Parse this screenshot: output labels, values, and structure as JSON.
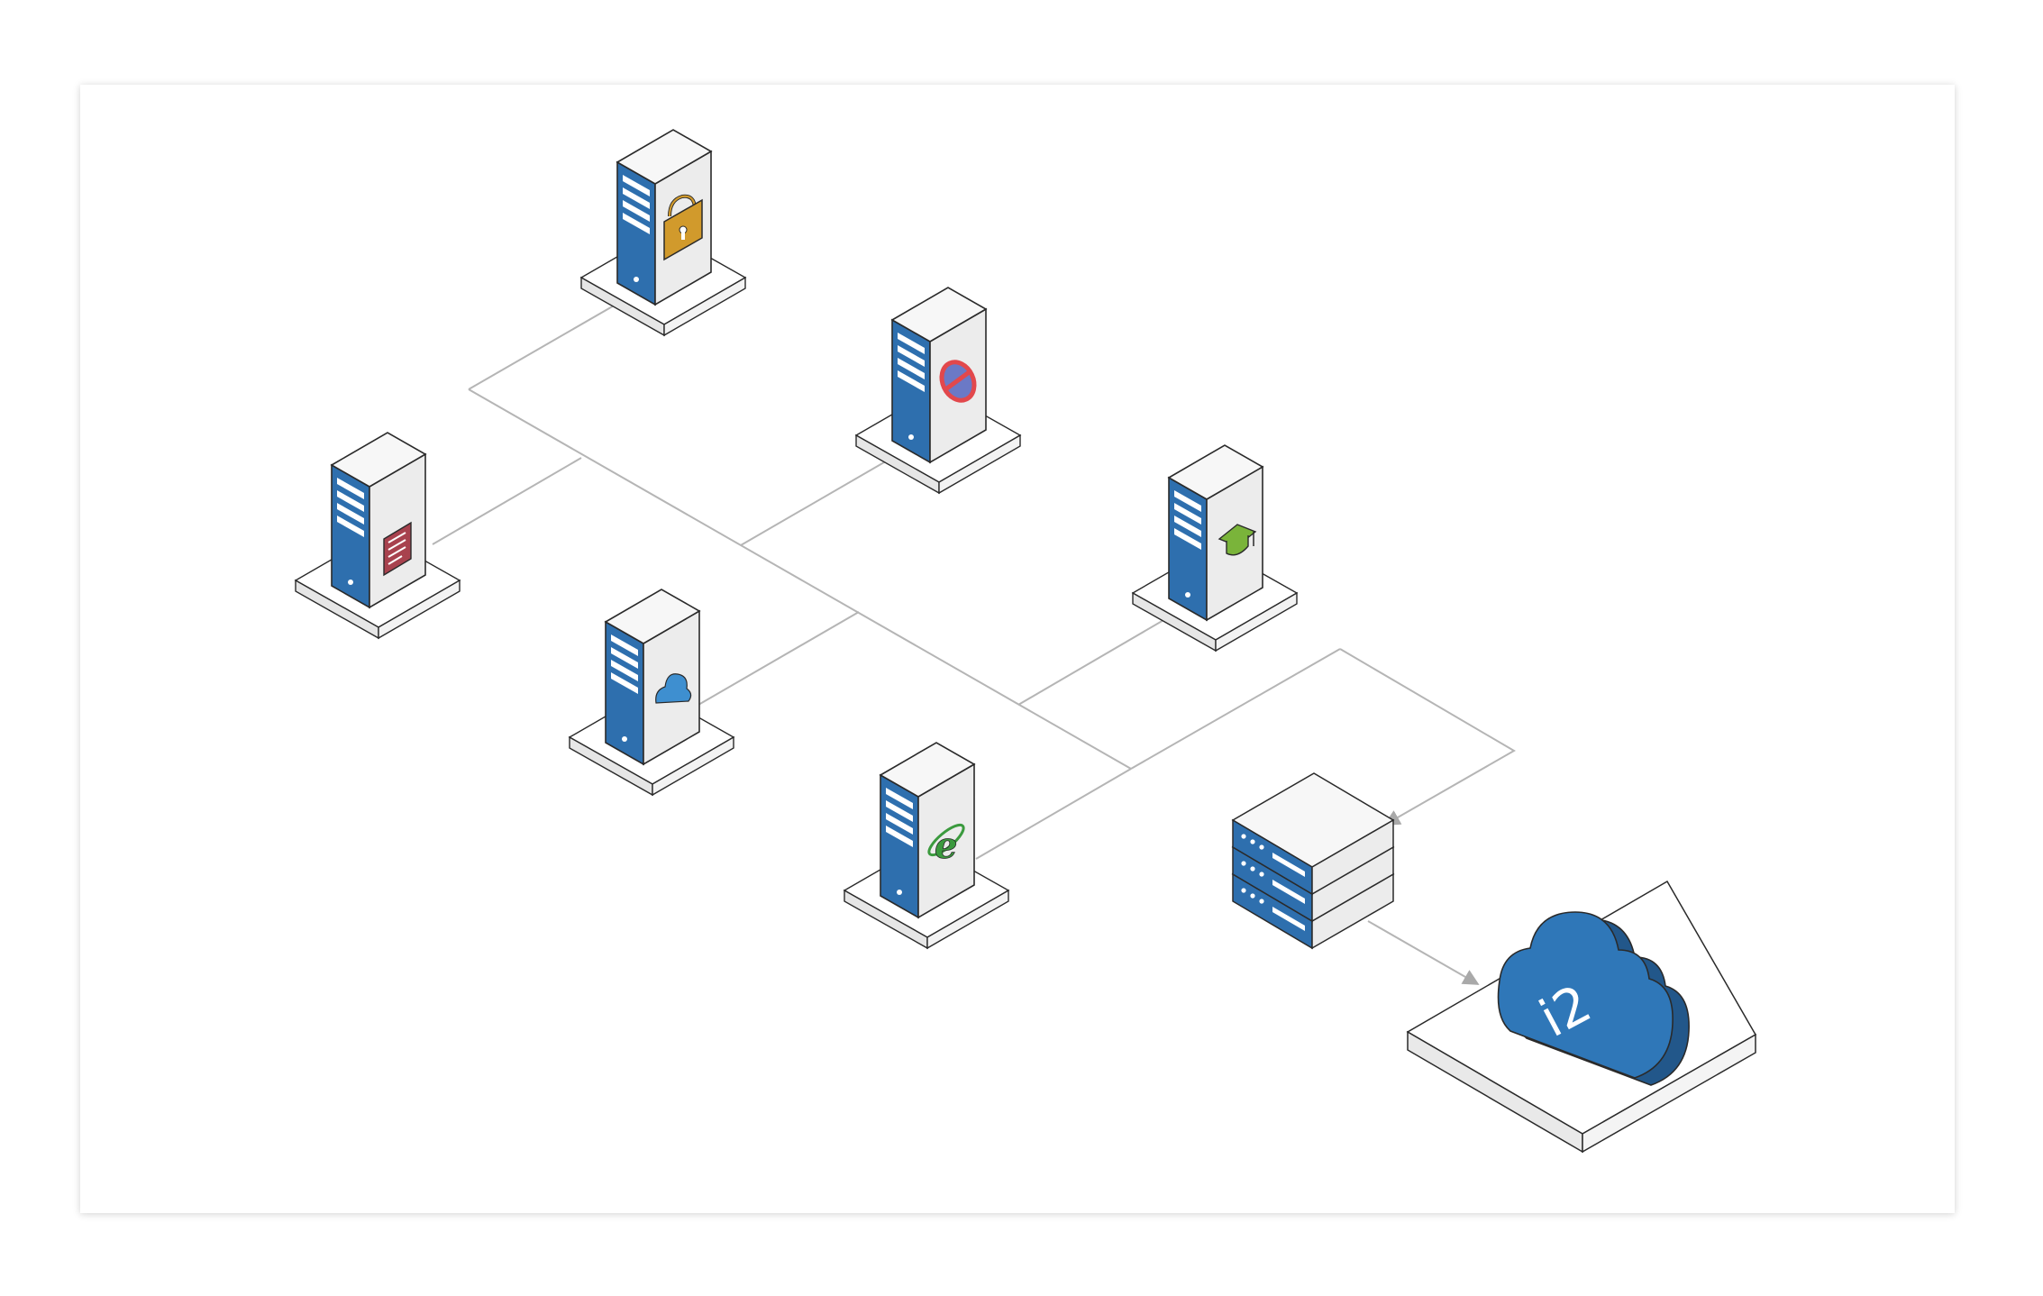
{
  "colors": {
    "server_front": "#2e6fae",
    "server_side": "#ececec",
    "server_top": "#f7f7f7",
    "outline": "#2a2a2a",
    "connector": "#b5b5b5",
    "cloud": "#2f77b8",
    "cloud_dark": "#22578a",
    "lock": "#d19a2c",
    "blocked": "#e2484c",
    "doc": "#a8424e",
    "cap": "#7ab43a",
    "ie": "#3b9a3e"
  },
  "servers": [
    {
      "name": "lock-server",
      "icon": "lock-icon"
    },
    {
      "name": "blocked-server",
      "icon": "no-entry-icon"
    },
    {
      "name": "document-server",
      "icon": "document-icon"
    },
    {
      "name": "education-server",
      "icon": "graduation-cap-icon"
    },
    {
      "name": "cloud-server",
      "icon": "cloud-icon"
    },
    {
      "name": "browser-server",
      "icon": "internet-explorer-icon"
    }
  ],
  "rack": {
    "icon": "server-rack-icon",
    "units": 3
  },
  "cloud": {
    "label": "i2",
    "icon": "cloud-icon"
  }
}
